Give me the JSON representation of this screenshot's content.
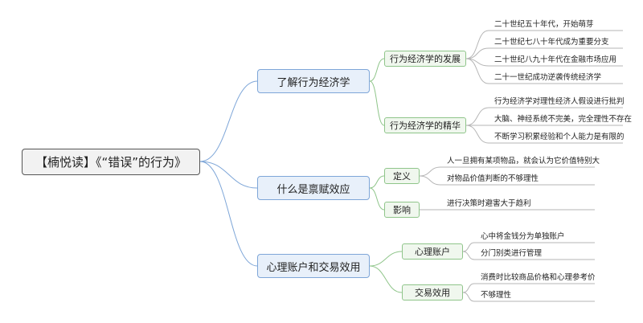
{
  "root": {
    "label": "【楠悦读】《“错误”的行为》"
  },
  "branches": [
    {
      "label": "了解行为经济学",
      "children": [
        {
          "label": "行为经济学的发展",
          "leaves": [
            "二十世纪五十年代，开始萌芽",
            "二十世纪七八十年代成为重要分支",
            "二十世纪八九十年代在金融市场应用",
            "二十一世纪成功逆袭传统经济学"
          ]
        },
        {
          "label": "行为经济学的精华",
          "leaves": [
            "行为经济学对理性经济人假设进行批判",
            "大脑、神经系统不完美，完全理性不存在",
            "不断学习积累经验和个人能力是有限的"
          ]
        }
      ]
    },
    {
      "label": "什么是禀赋效应",
      "children": [
        {
          "label": "定义",
          "leaves": [
            "人一旦拥有某项物品，就会认为它价值特别大",
            "对物品价值判断的不够理性"
          ]
        },
        {
          "label": "影响",
          "leaves": [
            "进行决策时避害大于趋利"
          ]
        }
      ]
    },
    {
      "label": "心理账户和交易效用",
      "children": [
        {
          "label": "心理账户",
          "leaves": [
            "心中将金钱分为单独账户",
            "分门别类进行管理"
          ]
        },
        {
          "label": "交易效用",
          "leaves": [
            "消费时比较商品价格和心理参考价",
            "不够理性"
          ]
        }
      ]
    }
  ]
}
